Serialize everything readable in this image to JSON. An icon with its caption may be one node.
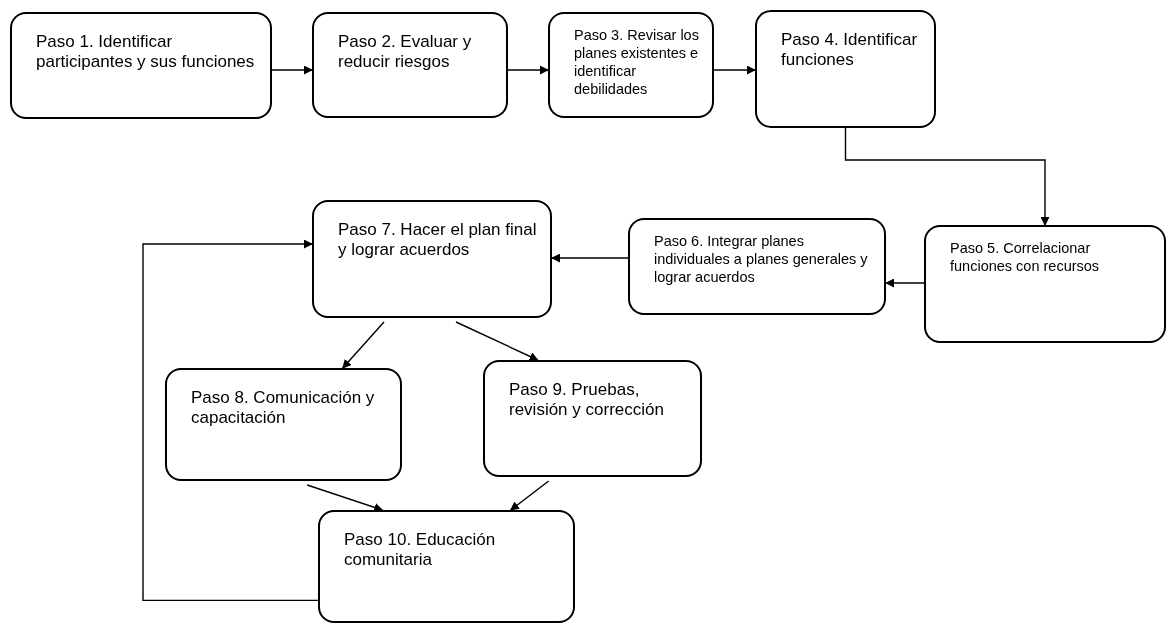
{
  "diagram": {
    "nodes": [
      {
        "text": [
          "Paso 1. Identificar participantes y sus funciones"
        ]
      },
      {
        "text": [
          "Paso 2. Evaluar y reducir riesgos"
        ]
      },
      {
        "text": [
          "Paso 3. Revisar los planes existentes e identificar debilidades"
        ]
      },
      {
        "text": [
          "Paso 4. Identificar funciones"
        ]
      },
      {
        "text": [
          "Paso 5. Correlacionar funciones con recursos"
        ]
      },
      {
        "text": [
          "Paso 6. Integrar planes individuales a planes generales y lograr acuerdos"
        ]
      },
      {
        "text": [
          "Paso 7. Hacer el plan final y lograr acuerdos"
        ]
      },
      {
        "text": [
          "Paso 8. Comunicación y capacitación"
        ]
      },
      {
        "text": [
          "Paso 9. Pruebas, revisión y corrección"
        ]
      },
      {
        "text": [
          "Paso 10. Educación comunitaria"
        ]
      }
    ],
    "edges": [
      {
        "from": 0,
        "to": 1,
        "arrow": "to"
      },
      {
        "from": 1,
        "to": 2,
        "arrow": "to"
      },
      {
        "from": 2,
        "to": 3,
        "arrow": "to"
      },
      {
        "from": 3,
        "to": 4,
        "arrow": "to"
      },
      {
        "from": 4,
        "to": 5,
        "arrow": "to"
      },
      {
        "from": 5,
        "to": 6,
        "arrow": "to"
      },
      {
        "from": 6,
        "to": 7,
        "arrow": "to"
      },
      {
        "from": 6,
        "to": 8,
        "arrow": "to"
      },
      {
        "from": 7,
        "to": 9,
        "arrow": "to"
      },
      {
        "from": 8,
        "to": 9,
        "arrow": "to"
      },
      {
        "from": 9,
        "to": 6,
        "arrow": "to"
      }
    ]
  }
}
